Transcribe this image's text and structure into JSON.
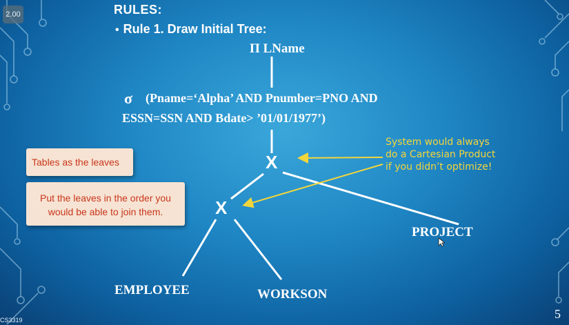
{
  "speed_badge": "2.00",
  "heading": "RULES:",
  "rule": {
    "bullet": "•",
    "text": "Rule 1. Draw Initial Tree:"
  },
  "projection": "Π LName",
  "selection": {
    "symbol": "σ",
    "line1": "(Pname=‘Alpha’ AND Pnumber=PNO AND",
    "line2": "ESSN=SSN AND Bdate> ’01/01/1977’)"
  },
  "cartesian_symbol": "X",
  "leaves": {
    "project": "PROJECT",
    "employee": "EMPLOYEE",
    "workson": "WORKSON"
  },
  "notes": {
    "tables_leaves": "Tables as the leaves",
    "order_line1": "Put the leaves in the order you",
    "order_line2": "would be able to join them."
  },
  "annotation": {
    "line1": "System would always",
    "line2": "do a Cartesian Product",
    "line3": "if you didn’t optimize!"
  },
  "slide_number": "5",
  "course_code": "CS3319",
  "colors": {
    "accent_yellow": "#f5d63a",
    "note_bg": "#f6e3d3",
    "note_text": "#c9361c"
  }
}
